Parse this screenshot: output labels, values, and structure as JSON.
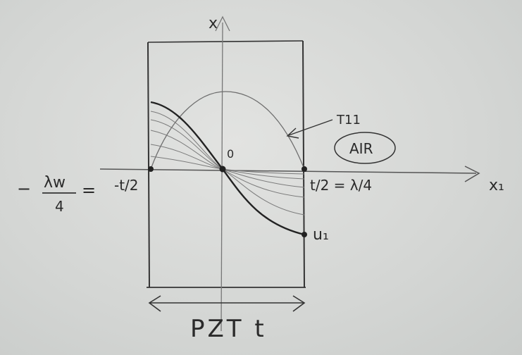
{
  "labels": {
    "x_axis": "x₁",
    "y_axis": "x",
    "origin": "0",
    "left_boundary": "-t/2",
    "right_boundary": "t/2 = λ/4",
    "left_equation_prefix": "−",
    "left_equation_num": "λw",
    "left_equation_den": "4",
    "left_equation_eq": "=",
    "curve_t11": "T11",
    "medium": "AIR",
    "curve_u1": "u₁",
    "bottom_label": "PZT t"
  },
  "colors": {
    "ink": "#2a2a2a",
    "light_ink": "#6e6e6e"
  }
}
